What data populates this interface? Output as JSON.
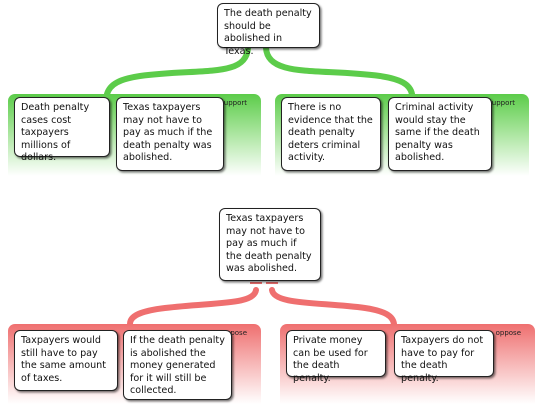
{
  "colors": {
    "support": "#5ccc4a",
    "oppose": "#ef6f6f",
    "support_connector": "#5ccc4a",
    "oppose_connector": "#ef6f6f"
  },
  "map1": {
    "claim": "The death penalty should be abolished in Texas.",
    "groups": [
      {
        "label": "support",
        "premises": [
          "Death penalty cases cost taxpayers millions of dollars.",
          "Texas taxpayers may not have to pay as much if the death penalty was abolished."
        ]
      },
      {
        "label": "support",
        "premises": [
          "There is no evidence that the death penalty deters criminal activity.",
          "Criminal activity would stay the same if the death penalty was abolished."
        ]
      }
    ]
  },
  "map2": {
    "claim": "Texas taxpayers may not have to pay as much if the death penalty was abolished.",
    "groups": [
      {
        "label": "oppose",
        "premises": [
          "Taxpayers would still have to pay the same amount of taxes.",
          "If the death penalty is abolished the money generated for it will still be collected."
        ]
      },
      {
        "label": "oppose",
        "premises": [
          "Private money can be used for the death penalty.",
          "Taxpayers do not have to pay for the death penalty."
        ]
      }
    ]
  }
}
